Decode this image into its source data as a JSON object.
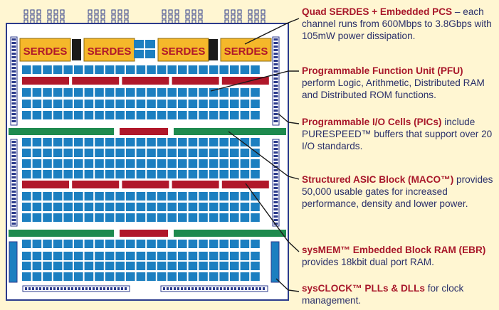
{
  "diagram": {
    "serdes_labels": [
      "SERDES",
      "SERDES",
      "SERDES",
      "SERDES"
    ],
    "colors": {
      "background": "#FFF6D2",
      "die_fill": "#FFFFFF",
      "die_border": "#2B3A8C",
      "pfu_blue": "#1C7FC0",
      "maco_red": "#B0172A",
      "ebr_green": "#1E8A4E",
      "serdes_gold": "#F5B82A",
      "serdes_text": "#B0172A",
      "callout_title": "#A8172A",
      "callout_text": "#2A2F6A",
      "leader_line": "#1A1A1A"
    }
  },
  "callouts": [
    {
      "title": "Quad SERDES + Embedded PCS",
      "text": " – each channel runs from 600Mbps to 3.8Gbps with 105mW power dissipation."
    },
    {
      "title": "Programmable Function Unit (PFU)",
      "text": " perform Logic,  Arithmetic, Distributed RAM and Distributed ROM functions."
    },
    {
      "title": "Programmable I/O Cells (PICs)",
      "text": " include PURESPEED™ buffers that support over 20 I/O standards."
    },
    {
      "title": "Structured ASIC Block (MACO™)",
      "text": " provides 50,000 usable gates for increased performance, density and lower power."
    },
    {
      "title": "sysMEM™ Embedded Block RAM (EBR)",
      "text": " provides 18kbit dual port RAM."
    },
    {
      "title": "sysCLOCK™ PLLs & DLLs",
      "text": " for clock management."
    }
  ]
}
